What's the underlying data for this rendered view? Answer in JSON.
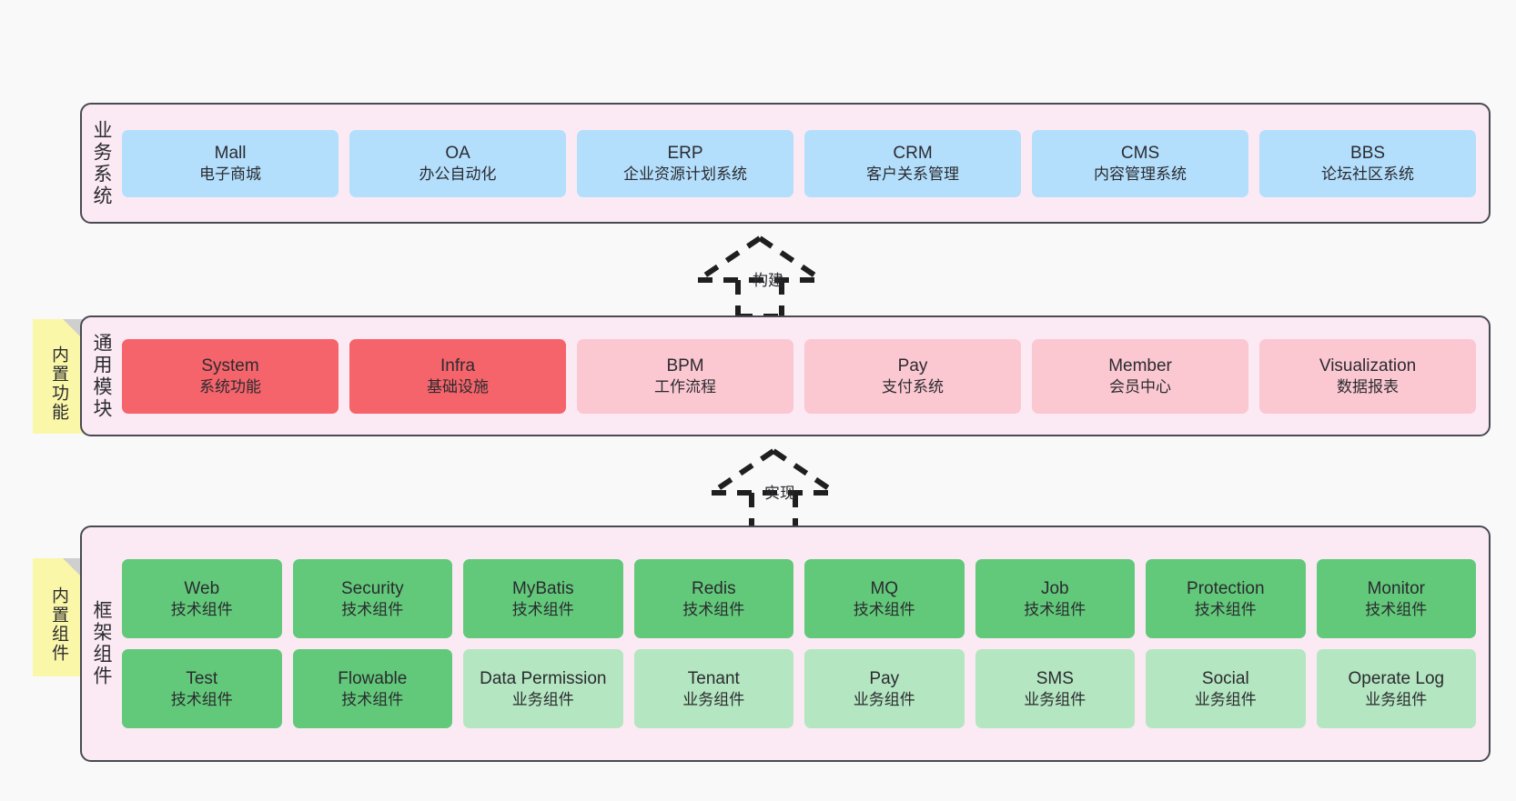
{
  "diagram": {
    "title": "",
    "colors": {
      "panel_bg": "#fbeaf4",
      "panel_border": "#4a4a52",
      "blue": "#b3dffc",
      "red": "#f4646a",
      "pink": "#fbc8d2",
      "green": "#62c97a",
      "light_green": "#b4e6c1",
      "note_yellow": "#fbf7a8",
      "note_fold": "#cfcfcf",
      "canvas_bg": "#f9f9f9"
    }
  },
  "layers": {
    "business": {
      "title": "业务系统",
      "boxes": [
        {
          "en": "Mall",
          "cn": "电子商城"
        },
        {
          "en": "OA",
          "cn": "办公自动化"
        },
        {
          "en": "ERP",
          "cn": "企业资源计划系统"
        },
        {
          "en": "CRM",
          "cn": "客户关系管理"
        },
        {
          "en": "CMS",
          "cn": "内容管理系统"
        },
        {
          "en": "BBS",
          "cn": "论坛社区系统"
        }
      ]
    },
    "common": {
      "title": "通用模块",
      "boxes": [
        {
          "en": "System",
          "cn": "系统功能",
          "style": "red"
        },
        {
          "en": "Infra",
          "cn": "基础设施",
          "style": "red"
        },
        {
          "en": "BPM",
          "cn": "工作流程",
          "style": "pink"
        },
        {
          "en": "Pay",
          "cn": "支付系统",
          "style": "pink"
        },
        {
          "en": "Member",
          "cn": "会员中心",
          "style": "pink"
        },
        {
          "en": "Visualization",
          "cn": "数据报表",
          "style": "pink"
        }
      ]
    },
    "framework": {
      "title": "框架组件",
      "row1": [
        {
          "en": "Web",
          "cn": "技术组件"
        },
        {
          "en": "Security",
          "cn": "技术组件"
        },
        {
          "en": "MyBatis",
          "cn": "技术组件"
        },
        {
          "en": "Redis",
          "cn": "技术组件"
        },
        {
          "en": "MQ",
          "cn": "技术组件"
        },
        {
          "en": "Job",
          "cn": "技术组件"
        },
        {
          "en": "Protection",
          "cn": "技术组件"
        },
        {
          "en": "Monitor",
          "cn": "技术组件"
        }
      ],
      "row2": [
        {
          "en": "Test",
          "cn": "技术组件",
          "style": "green"
        },
        {
          "en": "Flowable",
          "cn": "技术组件",
          "style": "green"
        },
        {
          "en": "Data Permission",
          "cn": "业务组件",
          "style": "lgreen"
        },
        {
          "en": "Tenant",
          "cn": "业务组件",
          "style": "lgreen"
        },
        {
          "en": "Pay",
          "cn": "业务组件",
          "style": "lgreen"
        },
        {
          "en": "SMS",
          "cn": "业务组件",
          "style": "lgreen"
        },
        {
          "en": "Social",
          "cn": "业务组件",
          "style": "lgreen"
        },
        {
          "en": "Operate Log",
          "cn": "业务组件",
          "style": "lgreen"
        }
      ]
    }
  },
  "notes": [
    {
      "label": "内置功能"
    },
    {
      "label": "内置组件"
    }
  ],
  "arrows": [
    {
      "label": "构建"
    },
    {
      "label": "实现"
    }
  ]
}
